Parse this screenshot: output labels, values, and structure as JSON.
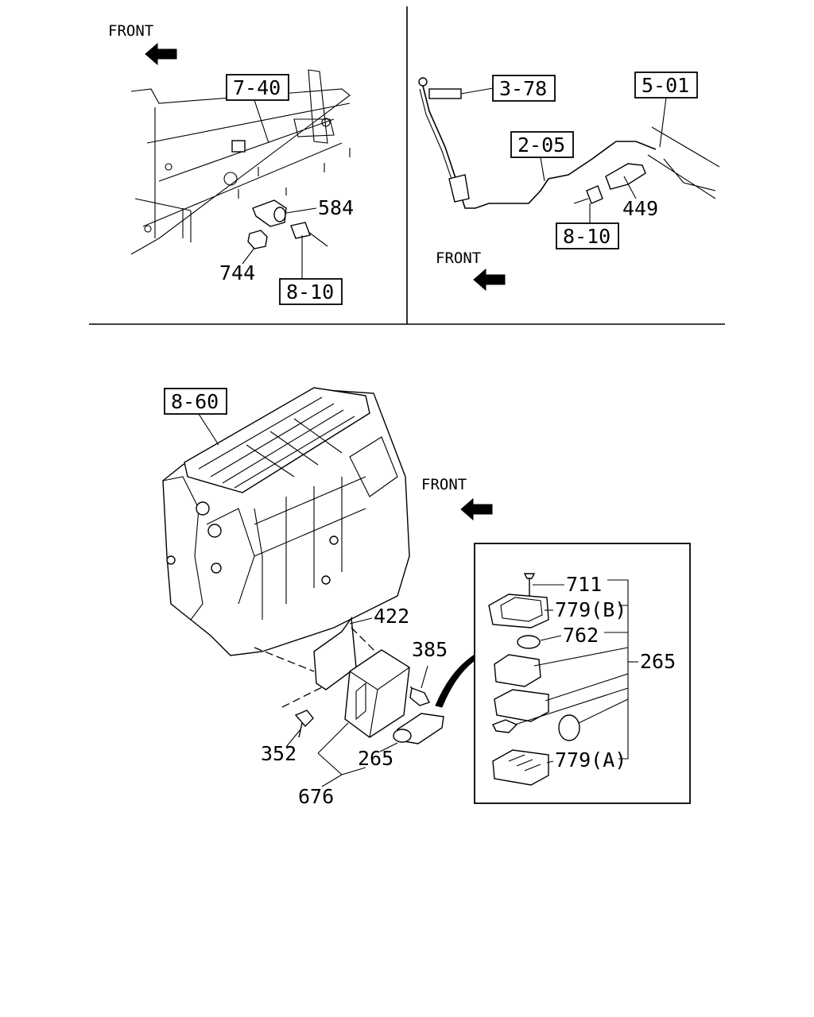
{
  "direction_label": "FRONT",
  "panels": {
    "top_left": {
      "refs": [
        "7-40",
        "8-10"
      ],
      "parts": [
        "584",
        "744"
      ]
    },
    "top_right": {
      "refs": [
        "3-78",
        "2-05",
        "5-01",
        "8-10"
      ],
      "parts": [
        "449"
      ]
    },
    "bottom": {
      "refs": [
        "8-60"
      ],
      "parts": [
        "422",
        "385",
        "352",
        "265",
        "676"
      ]
    },
    "inset": {
      "parts": [
        "711",
        "779(B)",
        "762",
        "265",
        "779(A)"
      ]
    }
  }
}
